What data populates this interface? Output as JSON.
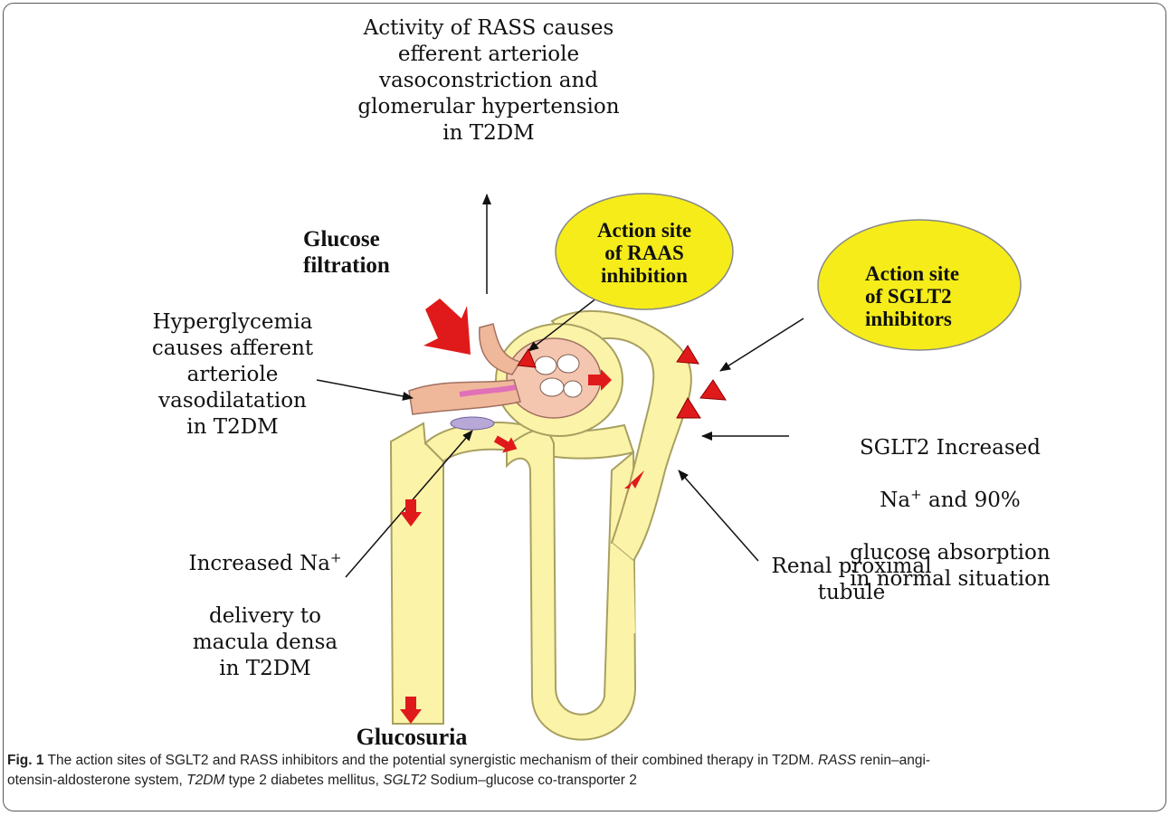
{
  "labels": {
    "rass_activity": "Activity of RASS causes\nefferent arteriole\nvasoconstriction and\nglomerular hypertension\nin T2DM",
    "glucose_filtration": "Glucose\nfiltration",
    "raas_site": "Action site\nof RAAS\ninhibition",
    "sglt2_site": "Action  site\nof   SGLT2\ninhibitors",
    "hyperglycemia": "Hyperglycemia\ncauses afferent\narteriole\nvasodilatation\nin T2DM",
    "sglt2_line1": "SGLT2 Increased",
    "sglt2_na": "Na",
    "sglt2_line2_rest": " and 90%",
    "sglt2_line3": "glucose absorption\nin normal situation",
    "na_line1": "Increased Na",
    "na_rest": "delivery to\nmacula densa\nin T2DM",
    "proximal": "Renal proximal\ntubule",
    "glucosuria": "Glucosuria",
    "superscript_plus": "+"
  },
  "caption": {
    "fig": "Fig. 1",
    "text1": "  The action sites of SGLT2 and RASS inhibitors and the potential synergistic mechanism of their combined therapy in T2DM. ",
    "abbr1": "RASS",
    "text2": " renin–angi-",
    "text3": "otensin-aldosterone system, ",
    "abbr2": "T2DM",
    "text4": " type 2 diabetes mellitus, ",
    "abbr3": "SGLT2",
    "text5": " Sodium–glucose co-transporter 2"
  },
  "colors": {
    "tubule": "#fbf3a8",
    "tubule_outline": "#b8b070",
    "oval": "#f5ec1a",
    "arrow_red": "#e01a1a",
    "vessel": "#f0b89a",
    "vessel_inner": "#e8a0c8"
  }
}
